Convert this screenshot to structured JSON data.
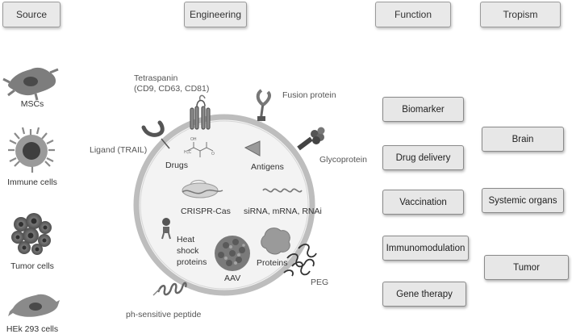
{
  "headers": {
    "source": "Source",
    "engineering": "Engineering",
    "function": "Function",
    "tropism": "Tropism"
  },
  "sources": [
    "MSCs",
    "Immune cells",
    "Tumor cells",
    "HEk 293 cells"
  ],
  "surface": {
    "tetraspanin_line1": "Tetraspanin",
    "tetraspanin_line2": "(CD9, CD63, CD81)",
    "fusion_protein": "Fusion protein",
    "ligand": "Ligand (TRAIL)",
    "glycoprotein": "Glycoprotein",
    "peg": "PEG",
    "ph_peptide": "ph-sensitive peptide"
  },
  "cargo": {
    "drugs": "Drugs",
    "antigens": "Antigens",
    "crispr": "CRISPR-Cas",
    "sirna": "siRNA, mRNA, RNAi",
    "heat_line1": "Heat",
    "heat_line2": "shock",
    "heat_line3": "proteins",
    "aav": "AAV",
    "proteins": "Proteins"
  },
  "functions": [
    "Biomarker",
    "Drug delivery",
    "Vaccination",
    "Immunomodulation",
    "Gene therapy"
  ],
  "tropism": [
    "Brain",
    "Systemic organs",
    "Tumor"
  ],
  "colors": {
    "box_fill": "#e7e7e7",
    "box_border": "#8a8a8a",
    "vesicle_border": "#b5b5b5",
    "vesicle_fill": "#f0f0f0"
  }
}
